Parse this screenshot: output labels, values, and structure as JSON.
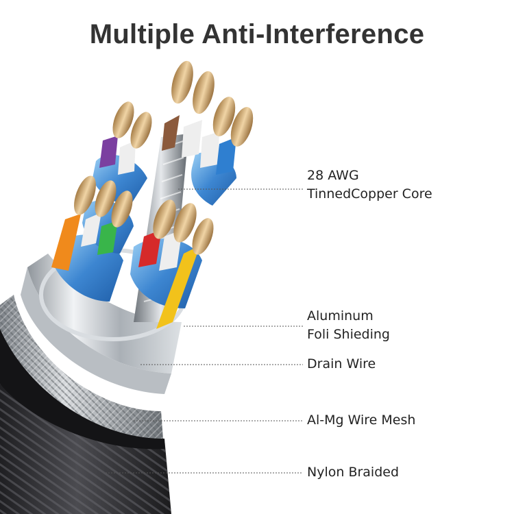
{
  "title": "Multiple Anti-Interference",
  "labels": {
    "core": {
      "line1": "28 AWG",
      "line2": "TinnedCopper Core"
    },
    "foil": {
      "line1": "Aluminum",
      "line2": "Foli Shieding"
    },
    "drain": {
      "line1": "Drain Wire"
    },
    "mesh": {
      "line1": "Al-Mg Wire Mesh"
    },
    "braid": {
      "line1": "Nylon Braided"
    }
  },
  "colors": {
    "title": "#333333",
    "label_text": "#222222",
    "leader_line": "#555555",
    "nylon_braid": "#3a3a3c",
    "wire_mesh": "#a9aeb3",
    "aluminum_foil": "#c7ccd1",
    "pair_shield": "#4a90d9",
    "copper": "#c9a36b"
  },
  "wire_colors": [
    "#8b5a3c",
    "#7b3fa0",
    "#2f7fd0",
    "#f08a1c",
    "#39b54a",
    "#d62a2a",
    "#f2c21b",
    "#eeeeee"
  ]
}
